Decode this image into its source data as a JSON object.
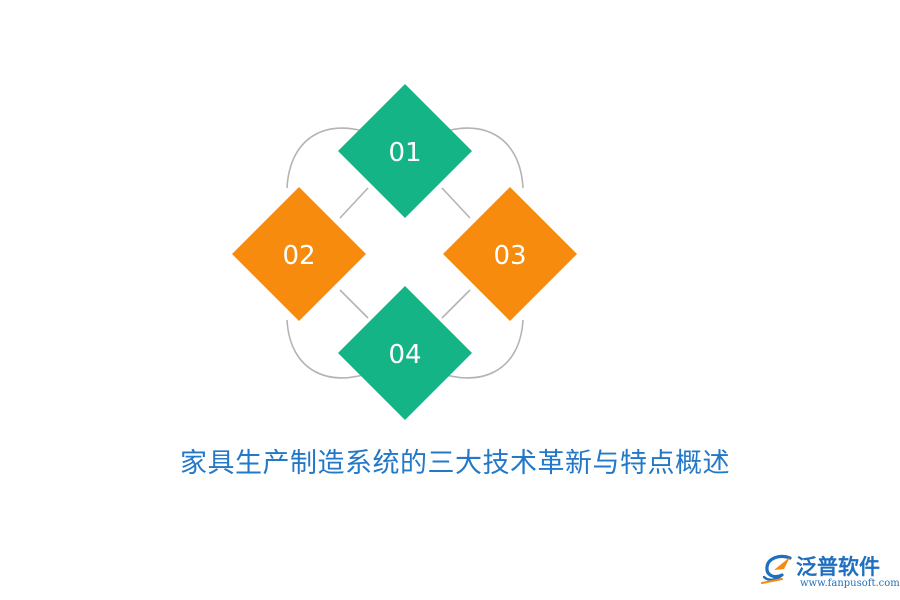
{
  "diagram": {
    "items": [
      {
        "label": "01",
        "color": "#14b487"
      },
      {
        "label": "02",
        "color": "#f68b0d"
      },
      {
        "label": "03",
        "color": "#f68b0d"
      },
      {
        "label": "04",
        "color": "#14b487"
      }
    ],
    "connector_color": "#b4b4b4",
    "title": "家具生产制造系统的三大技术革新与特点概述",
    "title_color": "#2378c8"
  },
  "logo": {
    "name": "泛普软件",
    "url": "www.fanpusoft.com",
    "icon": "fanpu-logo-icon",
    "color": "#1e6fbf",
    "accent": "#f68b0d"
  }
}
